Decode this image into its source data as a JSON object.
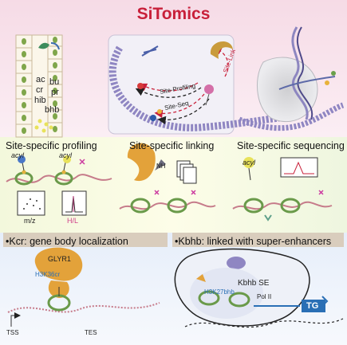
{
  "title": "SiTomics",
  "top_panel": {
    "acyl_list": [
      "ac",
      "bu",
      "cr",
      "pr",
      "hib",
      "bhb"
    ],
    "arrow_labels": {
      "profiling": "Site-Profiling",
      "seq": "Site-Seq",
      "link": "Site-Link"
    }
  },
  "sections": {
    "profiling": "Site-specific profiling",
    "linking": "Site-specific linking",
    "sequencing": "Site-specific sequencing"
  },
  "middle_panel": {
    "acyl_tag": "acyl",
    "nh_label": "NH",
    "mz_label": "m/z",
    "hl_label": "H/L"
  },
  "bottom_left": {
    "heading": "•Kcr: gene body localization",
    "reader": "GLYR1",
    "mark": "H3K36cr",
    "tss": "TSS",
    "tes": "TES"
  },
  "bottom_right": {
    "heading": "•Kbhb: linked with super-enhancers",
    "se_label": "Kbhb SE",
    "mark": "H3K27bhb",
    "pol": "Pol II",
    "tg": "TG"
  },
  "colors": {
    "title": "#c8203a",
    "arrow_red": "#c8203a",
    "reader_orange": "#e3a23a",
    "header_bar": "#d9cdbd",
    "tg_box": "#2a6fb5",
    "mark_blue": "#2a6fb5",
    "hl_pink": "#d0418a"
  }
}
